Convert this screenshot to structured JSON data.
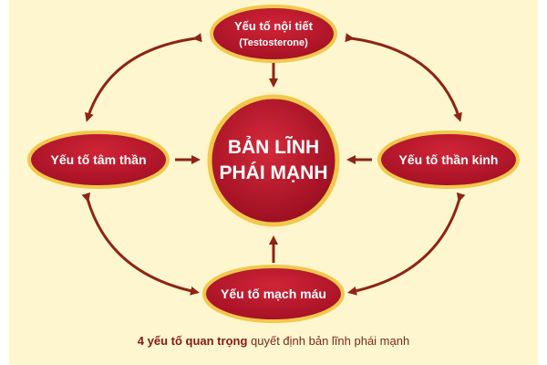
{
  "center": {
    "line1": "BẢN LĨNH",
    "line2": "PHÁI MẠNH"
  },
  "nodes": {
    "top": {
      "line1": "Yếu tố nội tiết",
      "line2": "(Testosterone)"
    },
    "left": {
      "label": "Yếu tố tâm thần"
    },
    "right": {
      "label": "Yếu tố thần kinh"
    },
    "bottom": {
      "label": "Yếu tố mạch máu"
    }
  },
  "caption": {
    "bold": "4 yếu tố quan trọng",
    "rest": " quyết định bản lĩnh phái mạnh"
  },
  "colors": {
    "background": "#fdf6cf",
    "node_fill": "#b3122a",
    "node_border": "#f2c84b",
    "arrow": "#8e2414",
    "caption": "#7a2a1a"
  }
}
